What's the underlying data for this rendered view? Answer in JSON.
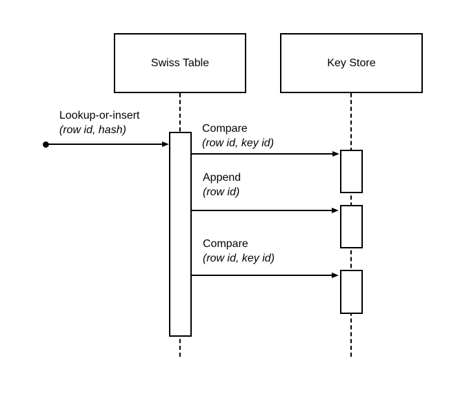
{
  "diagram": {
    "type": "uml-sequence-diagram",
    "participants": [
      {
        "name": "Swiss Table"
      },
      {
        "name": "Key Store"
      }
    ],
    "messages": [
      {
        "name": "Lookup-or-insert",
        "args": "(row id, hash)",
        "from": "found-message",
        "to": "Swiss Table"
      },
      {
        "name": "Compare",
        "args": "(row id, key id)",
        "from": "Swiss Table",
        "to": "Key Store"
      },
      {
        "name": "Append",
        "args": "(row id)",
        "from": "Swiss Table",
        "to": "Key Store"
      },
      {
        "name": "Compare",
        "args": "(row id, key id)",
        "from": "Swiss Table",
        "to": "Key Store"
      }
    ],
    "colors": {
      "line": "#000000",
      "background": "#ffffff",
      "fill": "#ffffff"
    }
  }
}
